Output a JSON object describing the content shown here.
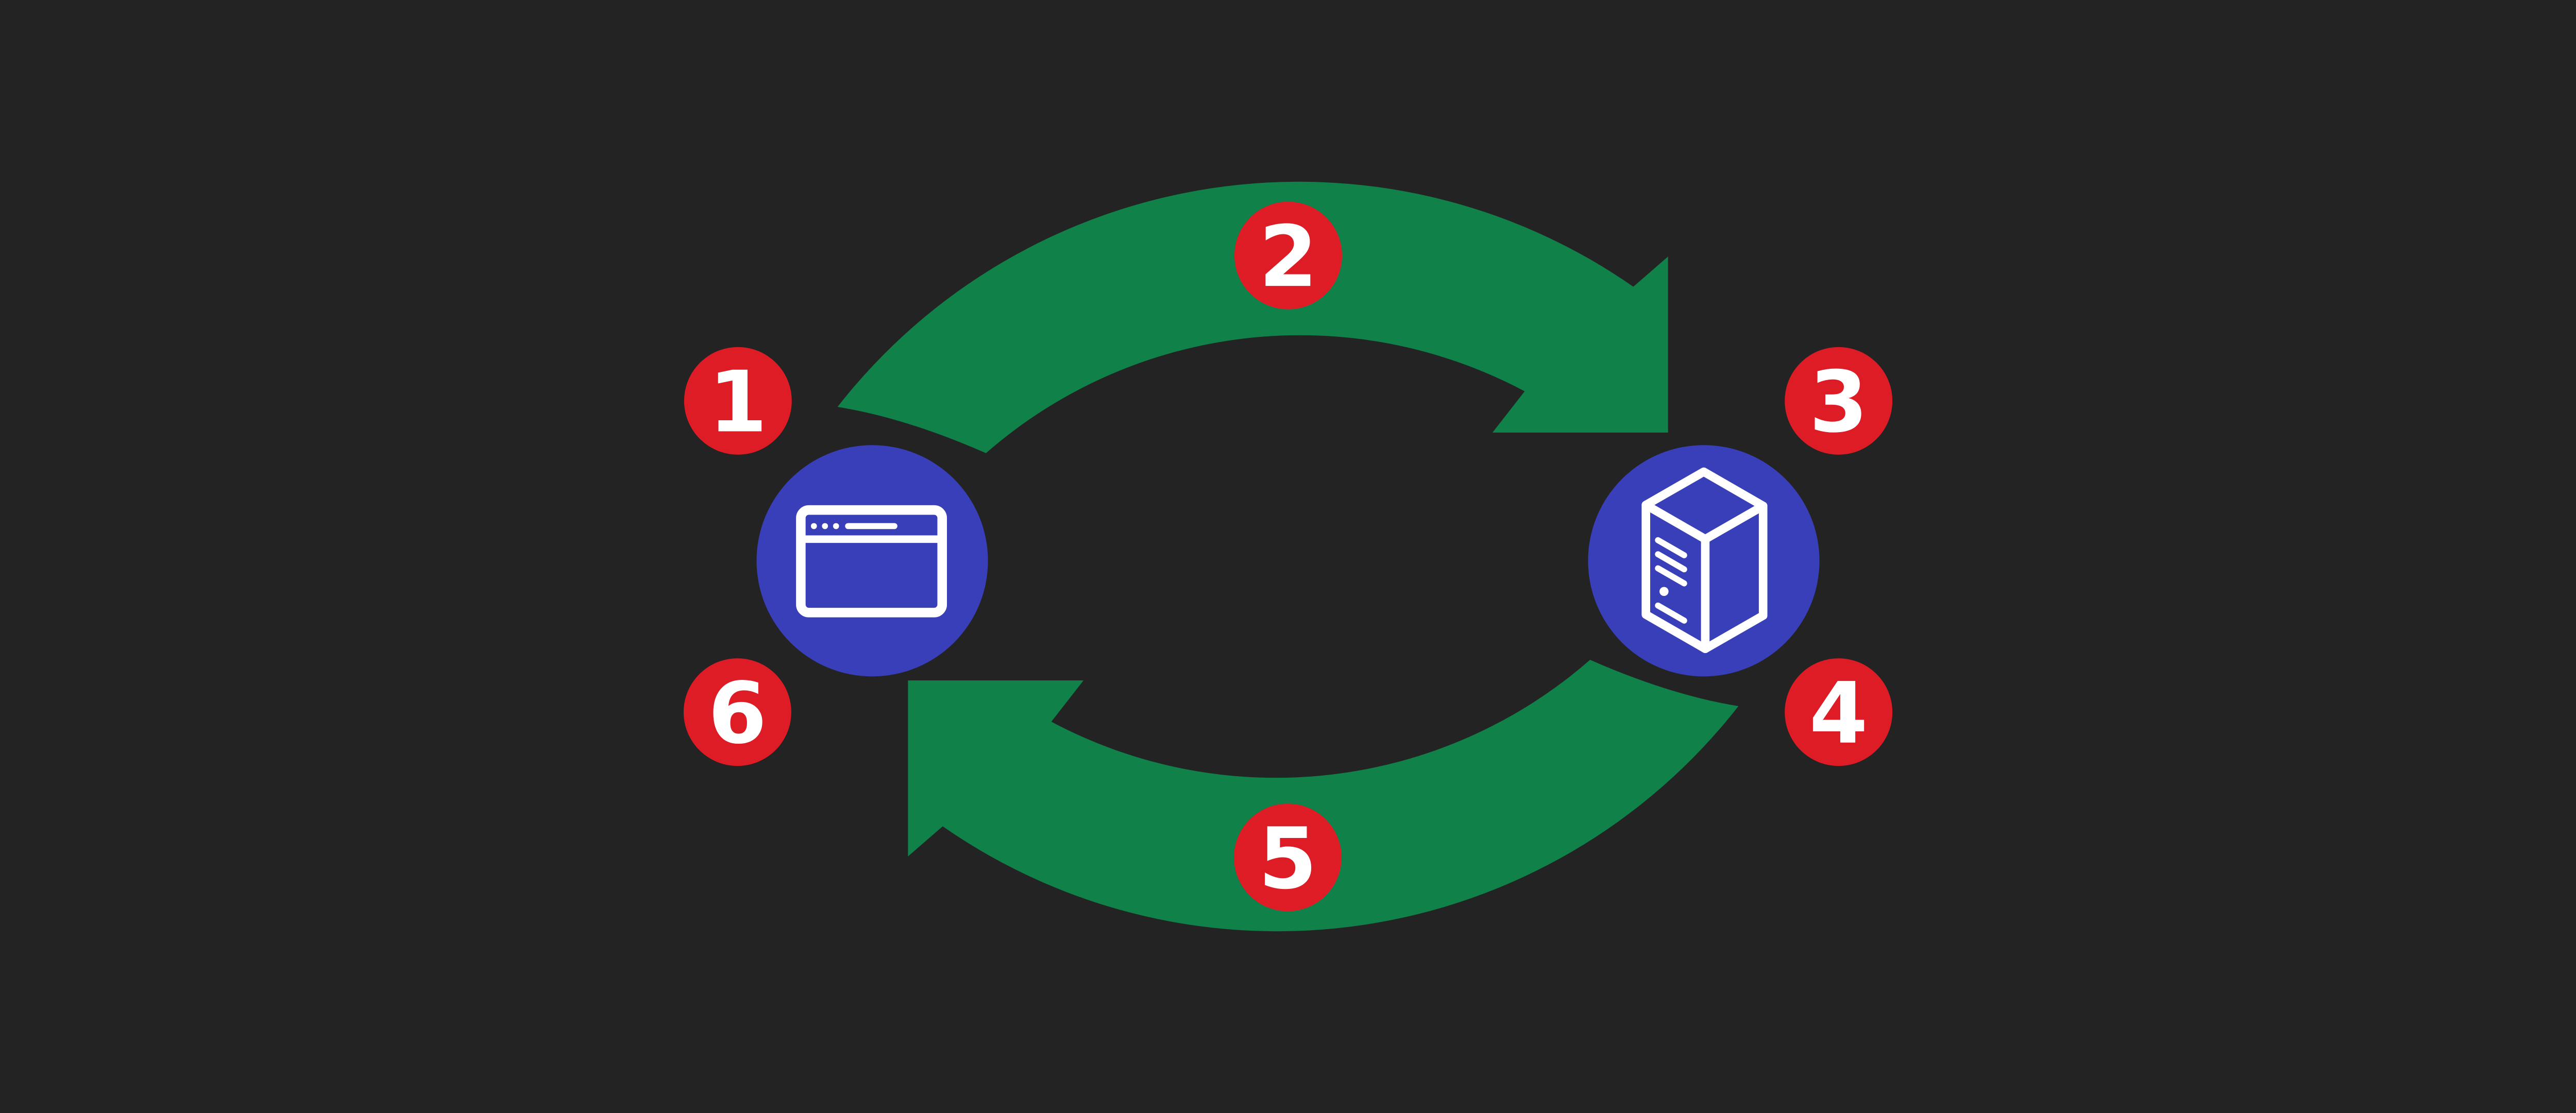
{
  "palette": {
    "background": "#232323",
    "arrow_green": "#108149",
    "node_blue": "#393FB8",
    "badge_red": "#DE1C26",
    "icon_white": "#FFFFFF",
    "label_white": "#FFFFFF"
  },
  "icons": {
    "client": "browser-window-icon",
    "server": "server-tower-icon"
  },
  "steps": [
    "1",
    "2",
    "3",
    "4",
    "5",
    "6"
  ]
}
